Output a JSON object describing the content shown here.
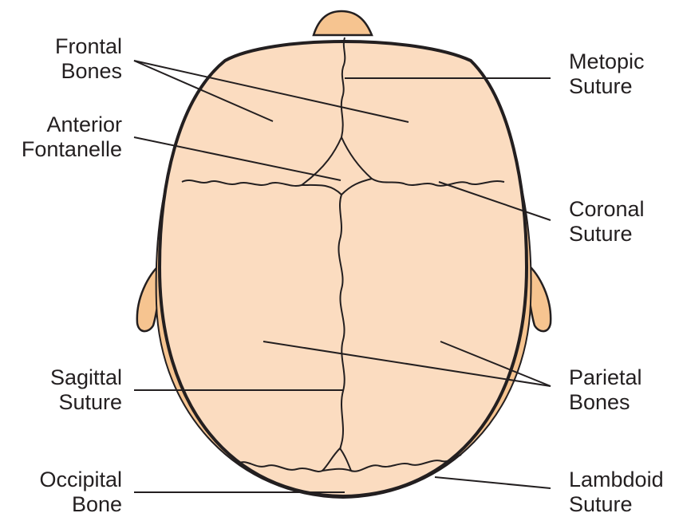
{
  "labels": {
    "frontal_bones": {
      "line1": "Frontal",
      "line2": "Bones"
    },
    "anterior_fontanelle": {
      "line1": "Anterior",
      "line2": "Fontanelle"
    },
    "sagittal_suture": {
      "line1": "Sagittal",
      "line2": "Suture"
    },
    "occipital_bone": {
      "line1": "Occipital",
      "line2": "Bone"
    },
    "metopic_suture": {
      "line1": "Metopic",
      "line2": "Suture"
    },
    "coronal_suture": {
      "line1": "Coronal",
      "line2": "Suture"
    },
    "parietal_bones": {
      "line1": "Parietal",
      "line2": "Bones"
    },
    "lambdoid_suture": {
      "line1": "Lambdoid",
      "line2": "Suture"
    }
  },
  "colors": {
    "skull_fill": "#fbdcc0",
    "skin_fill": "#f6c490",
    "outline": "#231f20"
  }
}
